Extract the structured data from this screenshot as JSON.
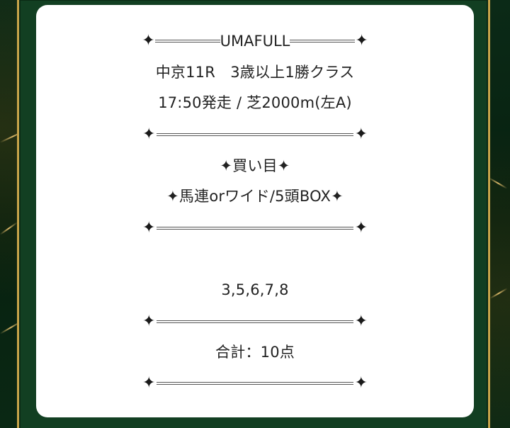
{
  "card": {
    "brand": "UMAFULL",
    "race_line": "中京11R　3歳以上1勝クラス",
    "time_line": "17:50発走 / 芝2000m(左A)",
    "bet_heading": "✦買い目✦",
    "bet_type": "✦馬連orワイド/5頭BOX✦",
    "selections": "3,5,6,7,8",
    "total": "合計：10点"
  },
  "icons": {
    "divider_ornament": "four-point-star-icon",
    "divider_glyph": "✦"
  },
  "colors": {
    "frame_gold": "#c7a44a",
    "frame_green": "#123f22",
    "card_bg": "#ffffff",
    "text": "#222222"
  }
}
